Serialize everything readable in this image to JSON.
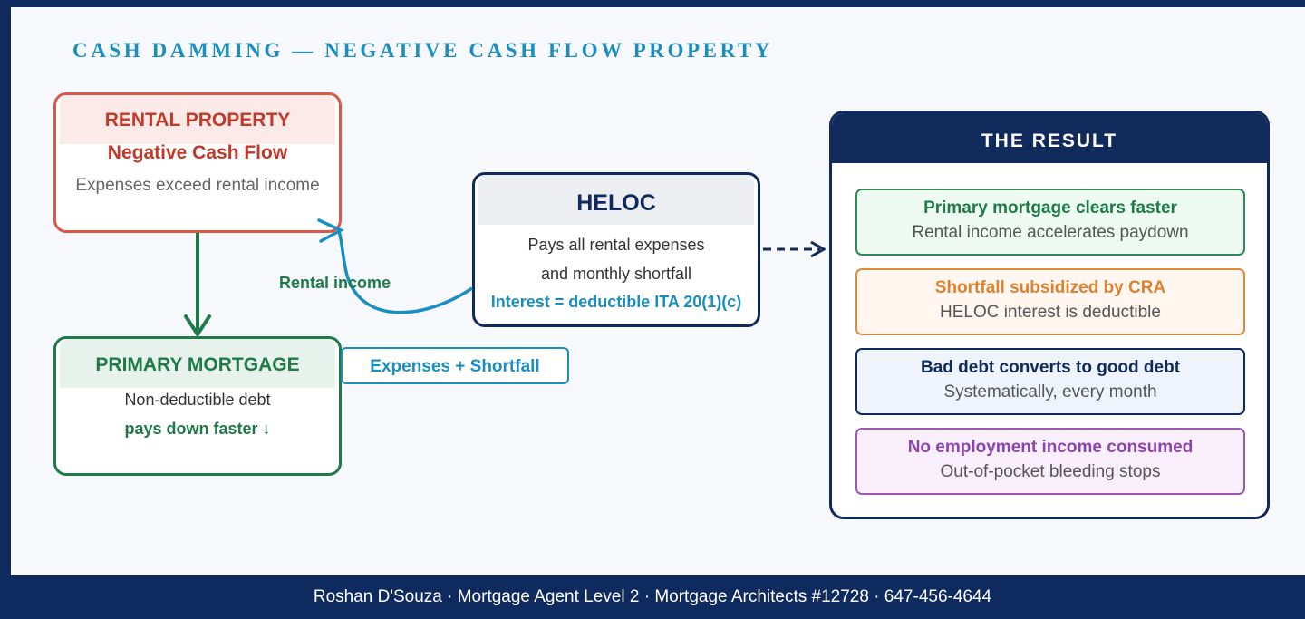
{
  "title": "CASH DAMMING — NEGATIVE CASH FLOW PROPERTY",
  "rental_property": {
    "heading": "RENTAL PROPERTY",
    "subheading": "Negative Cash Flow",
    "description": "Expenses exceed rental income"
  },
  "primary_mortgage": {
    "heading": "PRIMARY MORTGAGE",
    "description": "Non-deductible debt",
    "emphasis": "pays down faster ↓"
  },
  "heloc": {
    "heading": "HELOC",
    "line1": "Pays all rental expenses",
    "line2": "and monthly shortfall",
    "interest": "Interest = deductible ITA 20(1)(c)"
  },
  "labels": {
    "rental_income": "Rental income",
    "expenses_shortfall": "Expenses + Shortfall"
  },
  "result": {
    "heading": "THE RESULT",
    "items": [
      {
        "title": "Primary mortgage clears faster",
        "detail": "Rental income accelerates paydown"
      },
      {
        "title": "Shortfall subsidized by CRA",
        "detail": "HELOC interest is deductible"
      },
      {
        "title": "Bad debt converts to good debt",
        "detail": "Systematically, every month"
      },
      {
        "title": "No employment income consumed",
        "detail": "Out-of-pocket bleeding stops"
      }
    ]
  },
  "footer": "Roshan D'Souza · Mortgage Agent Level 2 · Mortgage Architects #12728 · 647-456-4644",
  "colors": {
    "navy": "#0f2a5e",
    "teal": "#1a8fbf",
    "green": "#1f7a4a",
    "red": "#c0392b",
    "orange": "#dc8230",
    "purple": "#8e44ad"
  }
}
